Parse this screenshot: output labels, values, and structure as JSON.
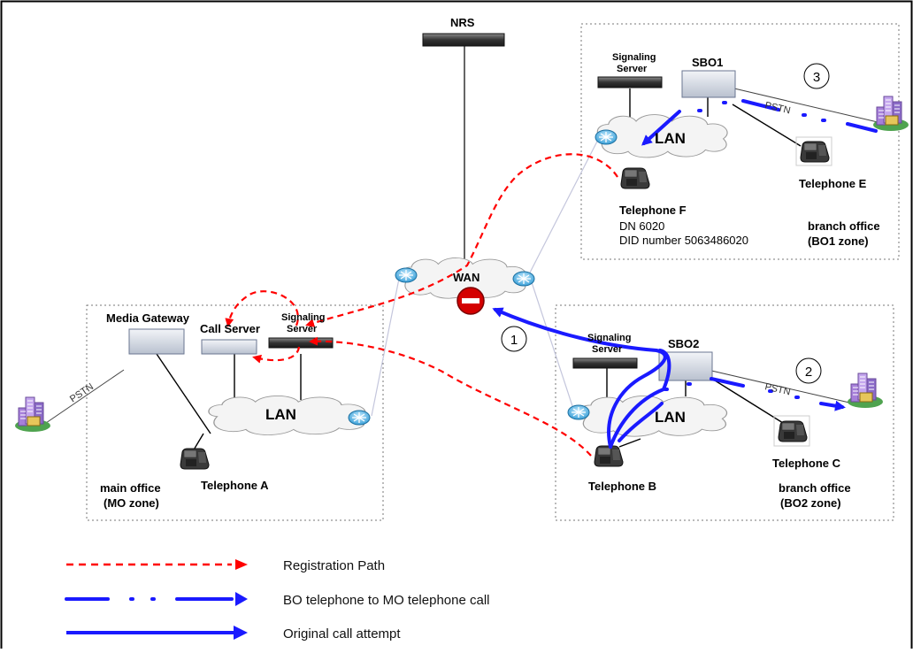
{
  "nodes": {
    "nrs": "NRS",
    "wan": "WAN",
    "sig_server_bo1": "Signaling\nServer",
    "sbo1": "SBO1",
    "lan_bo1": "LAN",
    "telephone_e": "Telephone E",
    "telephone_f": "Telephone F",
    "dn": "DN 6020",
    "did": "DID number 5063486020",
    "branch_bo1": "branch office",
    "zone_bo1": "(BO1 zone)",
    "media_gateway": "Media Gateway",
    "call_server": "Call Server",
    "sig_server_mo": "Signaling\nServer",
    "lan_mo": "LAN",
    "telephone_a": "Telephone A",
    "main_office": "main office",
    "zone_mo": "(MO zone)",
    "sig_server_bo2": "Signaling\nServer",
    "sbo2": "SBO2",
    "lan_bo2": "LAN",
    "telephone_b": "Telephone B",
    "telephone_c": "Telephone C",
    "branch_bo2": "branch office",
    "zone_bo2": "(BO2 zone)",
    "pstn_mo": "PSTN",
    "pstn_bo1": "PSTN",
    "pstn_bo2": "PSTN",
    "step1": "1",
    "step2": "2",
    "step3": "3"
  },
  "legend": {
    "registration": "Registration Path",
    "bo_to_mo": "BO telephone to MO telephone call",
    "original": "Original call attempt"
  },
  "colors": {
    "registration": "#ff0000",
    "call": "#1a1aff",
    "stop": "#d40000"
  }
}
